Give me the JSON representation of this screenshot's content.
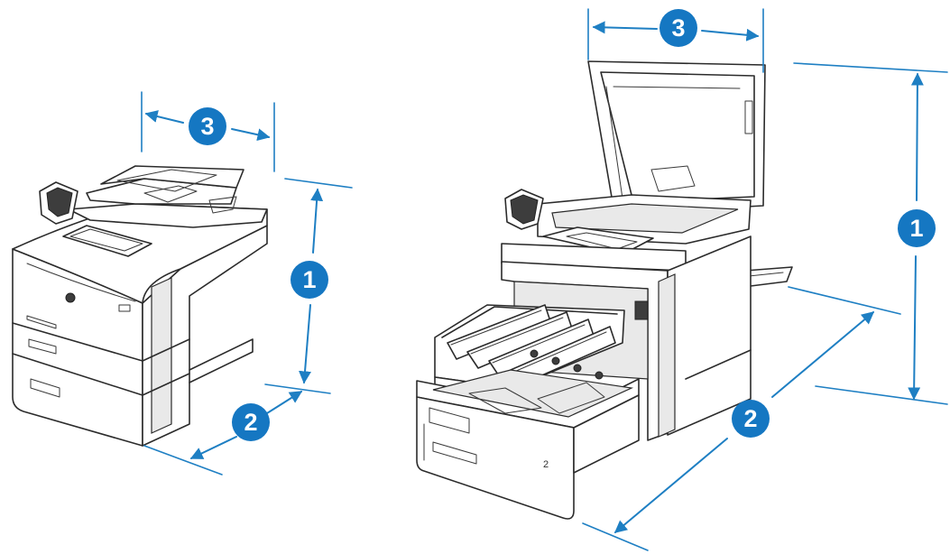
{
  "callouts": {
    "left": {
      "height": "1",
      "depth": "2",
      "width": "3"
    },
    "right": {
      "height": "1",
      "depth": "2",
      "width": "3"
    }
  },
  "printers": {
    "left": {
      "state": "closed"
    },
    "right": {
      "state": "open",
      "tray_number": "2"
    }
  },
  "colors": {
    "dimension": "#1e7fc3",
    "badge": "#1577c2",
    "ink": "#2b2b2b"
  }
}
